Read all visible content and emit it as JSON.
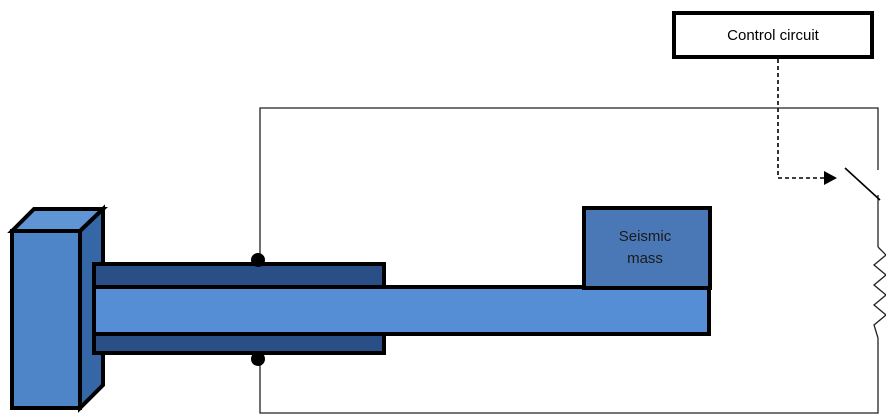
{
  "diagram": {
    "control_circuit": {
      "label": "Control circuit"
    },
    "seismic_mass": {
      "line1": "Seismic",
      "line2": "mass"
    }
  },
  "colors": {
    "base_front": "#4e85c8",
    "base_side": "#3566a6",
    "base_top": "#5f95d4",
    "sleeve": "#2a4f86",
    "beam": "#558ed5",
    "mass": "#4a78b6",
    "outline": "#000000",
    "wire": "#222222"
  }
}
